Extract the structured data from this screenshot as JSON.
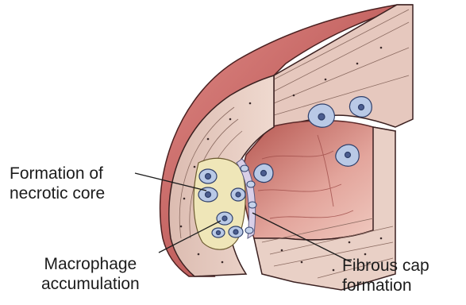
{
  "labels": {
    "necrotic_core": [
      "Formation of",
      "necrotic core"
    ],
    "macrophage": [
      "Macrophage",
      "accumulation"
    ],
    "fibrous_cap": [
      "Fibrous cap",
      "formation"
    ]
  },
  "colors": {
    "outer_wall": "#c85a5a",
    "outer_wall_dark": "#9e3a3a",
    "media_layer": "#e4c7bd",
    "intima_layer": "#ecd6cc",
    "lumen_surface": "#d98d85",
    "lumen_dark": "#b55d58",
    "necrotic_core": "#efe6b8",
    "macrophage_cell": "#b9c9e6",
    "cell_nucleus": "#4b5d8f"
  }
}
